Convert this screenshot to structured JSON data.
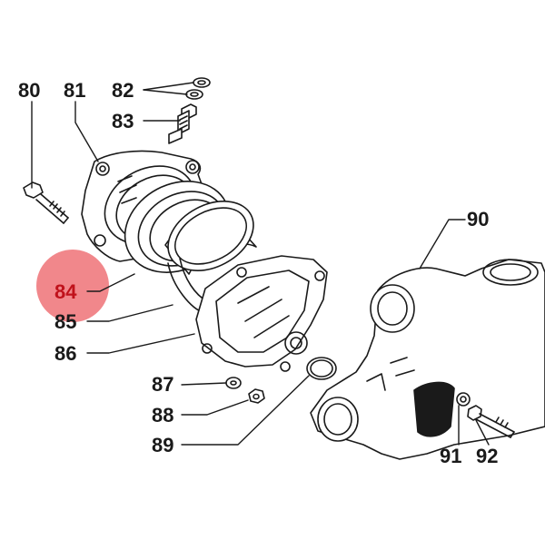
{
  "diagram": {
    "highlight_color": "#f07a7e",
    "line_color": "#1a1a1a",
    "callouts": [
      {
        "id": "80",
        "label": "80"
      },
      {
        "id": "81",
        "label": "81"
      },
      {
        "id": "82",
        "label": "82"
      },
      {
        "id": "83",
        "label": "83"
      },
      {
        "id": "84",
        "label": "84",
        "highlighted": true
      },
      {
        "id": "85",
        "label": "85"
      },
      {
        "id": "86",
        "label": "86"
      },
      {
        "id": "87",
        "label": "87"
      },
      {
        "id": "88",
        "label": "88"
      },
      {
        "id": "89",
        "label": "89"
      },
      {
        "id": "90",
        "label": "90"
      },
      {
        "id": "91",
        "label": "91"
      },
      {
        "id": "92",
        "label": "92"
      }
    ]
  }
}
